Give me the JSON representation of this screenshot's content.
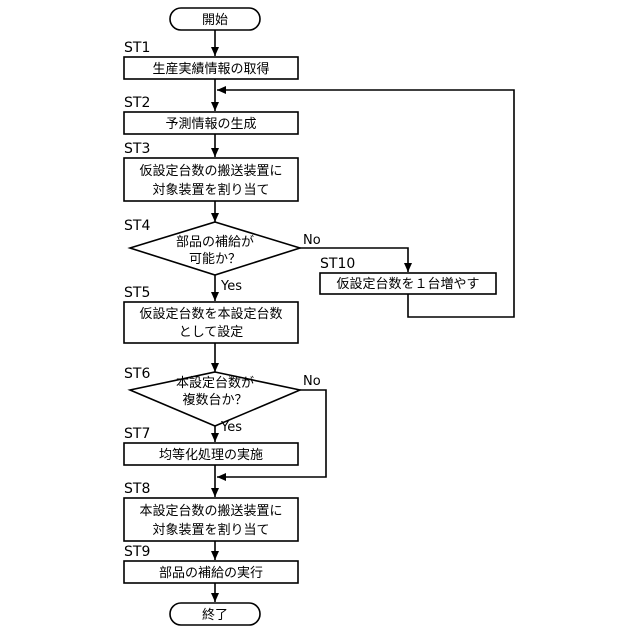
{
  "start": {
    "text": "開始"
  },
  "end": {
    "text": "終了"
  },
  "steps": {
    "st1": {
      "label": "ST1",
      "line1": "生産実績情報の取得"
    },
    "st2": {
      "label": "ST2",
      "line1": "予測情報の生成"
    },
    "st3": {
      "label": "ST3",
      "line1": "仮設定台数の搬送装置に",
      "line2": "対象装置を割り当て"
    },
    "st4": {
      "label": "ST4",
      "line1": "部品の補給が",
      "line2": "可能か？"
    },
    "st5": {
      "label": "ST5",
      "line1": "仮設定台数を本設定台数",
      "line2": "として設定"
    },
    "st6": {
      "label": "ST6",
      "line1": "本設定台数が",
      "line2": "複数台か？"
    },
    "st7": {
      "label": "ST7",
      "line1": "均等化処理の実施"
    },
    "st8": {
      "label": "ST8",
      "line1": "本設定台数の搬送装置に",
      "line2": "対象装置を割り当て"
    },
    "st9": {
      "label": "ST9",
      "line1": "部品の補給の実行"
    },
    "st10": {
      "label": "ST10",
      "line1": "仮設定台数を１台増やす"
    }
  },
  "branches": {
    "st4_yes": "Yes",
    "st4_no": "No",
    "st6_yes": "Yes",
    "st6_no": "No"
  }
}
